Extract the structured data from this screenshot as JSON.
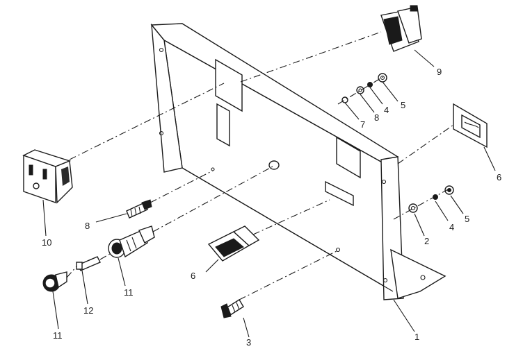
{
  "callouts": {
    "c1": "1",
    "c2": "2",
    "c3": "3",
    "c4a": "4",
    "c4b": "4",
    "c5a": "5",
    "c5b": "5",
    "c6a": "6",
    "c6b": "6",
    "c7": "7",
    "c8a": "8",
    "c8b": "8",
    "c9": "9",
    "c10": "10",
    "c11a": "11",
    "c11b": "11",
    "c12": "12"
  }
}
